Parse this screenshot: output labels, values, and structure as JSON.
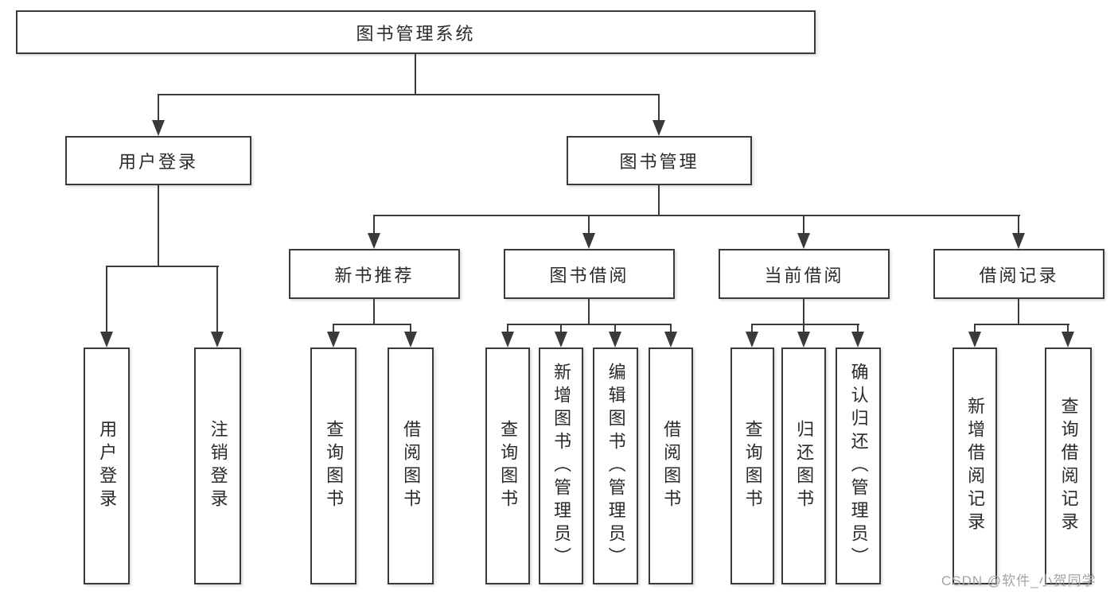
{
  "nodes": {
    "root": "图书管理系统",
    "user_login": "用户登录",
    "book_mgmt": "图书管理",
    "new_book_rec": "新书推荐",
    "book_borrow": "图书借阅",
    "current_borrow": "当前借阅",
    "borrow_records": "借阅记录",
    "ul_user_login": "用户登录",
    "ul_logout": "注销登录",
    "nbr_query_books": "查询图书",
    "nbr_borrow_books": "借阅图书",
    "bb_query_books": "查询图书",
    "bb_add_books": "新增图书（管理员）",
    "bb_edit_books": "编辑图书（管理员）",
    "bb_borrow_books": "借阅图书",
    "cb_query_books": "查询图书",
    "cb_return_books": "归还图书",
    "cb_confirm_return": "确认归还（管理员）",
    "br_add_record": "新增借阅记录",
    "br_query_record": "查询借阅记录"
  },
  "watermark": "CSDN @软件_小贺同学",
  "colors": {
    "line": "#3a3a3a",
    "text": "#2a2a2a",
    "watermark": "#a3a3a3",
    "bg": "#ffffff"
  }
}
